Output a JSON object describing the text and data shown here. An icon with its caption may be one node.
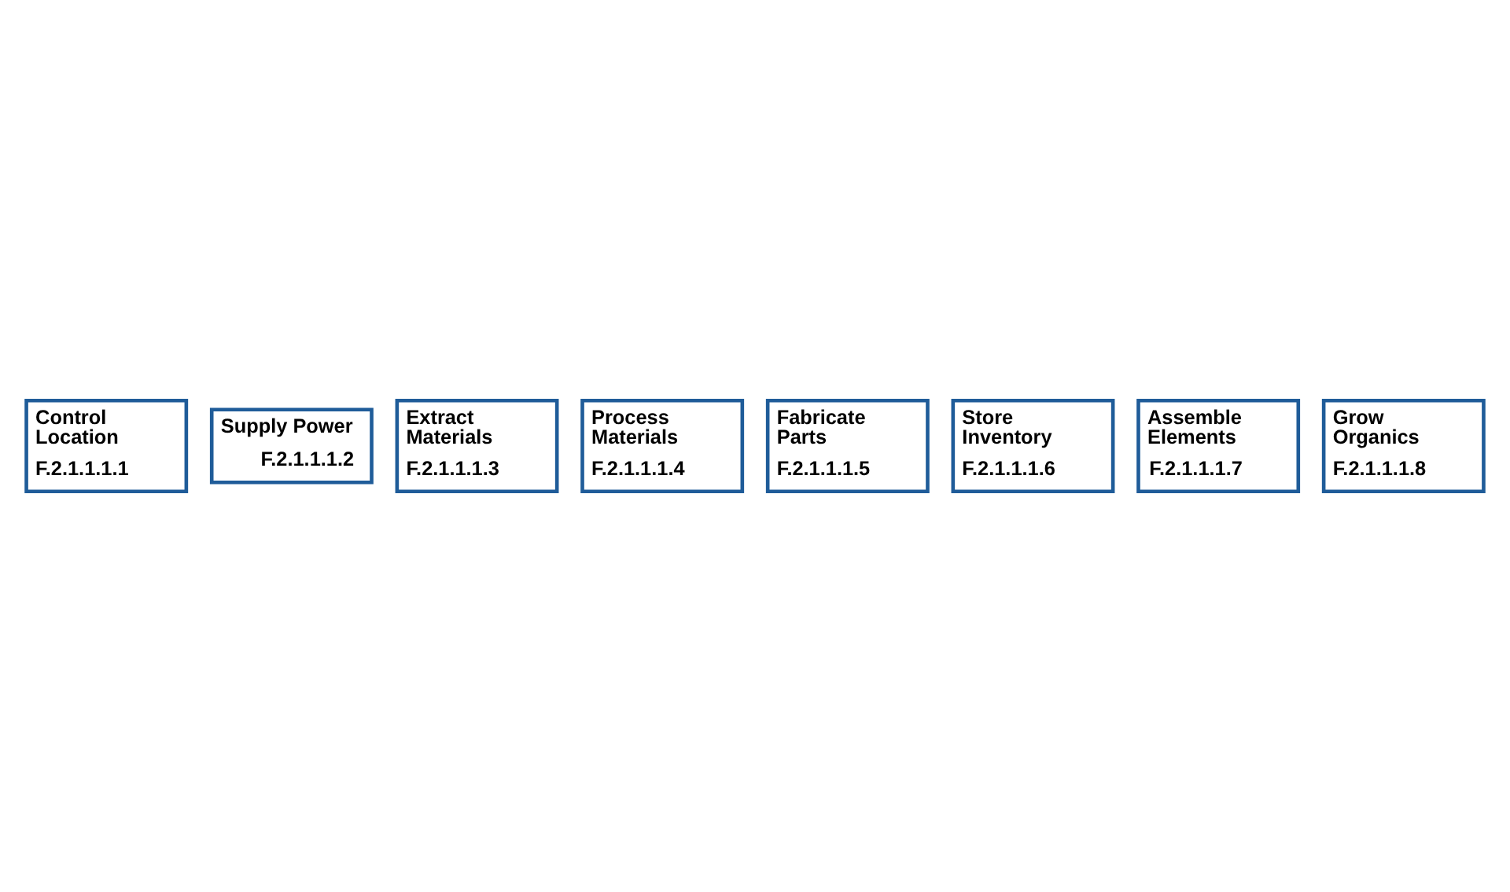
{
  "diagram": {
    "nodes": [
      {
        "text": [
          "Control Location",
          "F.2.1.1.1.1"
        ]
      },
      {
        "text": [
          "Supply Power",
          "F.2.1.1.1.2"
        ]
      },
      {
        "text": [
          "Extract Materials",
          "F.2.1.1.1.3"
        ]
      },
      {
        "text": [
          "Process Materials",
          "F.2.1.1.1.4"
        ]
      },
      {
        "text": [
          "Fabricate Parts",
          "F.2.1.1.1.5"
        ]
      },
      {
        "text": [
          "Store Inventory",
          "F.2.1.1.1.6"
        ]
      },
      {
        "text": [
          "Assemble Elements",
          "F.2.1.1.1.7"
        ]
      },
      {
        "text": [
          "Grow Organics",
          "F.2.1.1.1.8"
        ]
      }
    ],
    "edges": []
  }
}
